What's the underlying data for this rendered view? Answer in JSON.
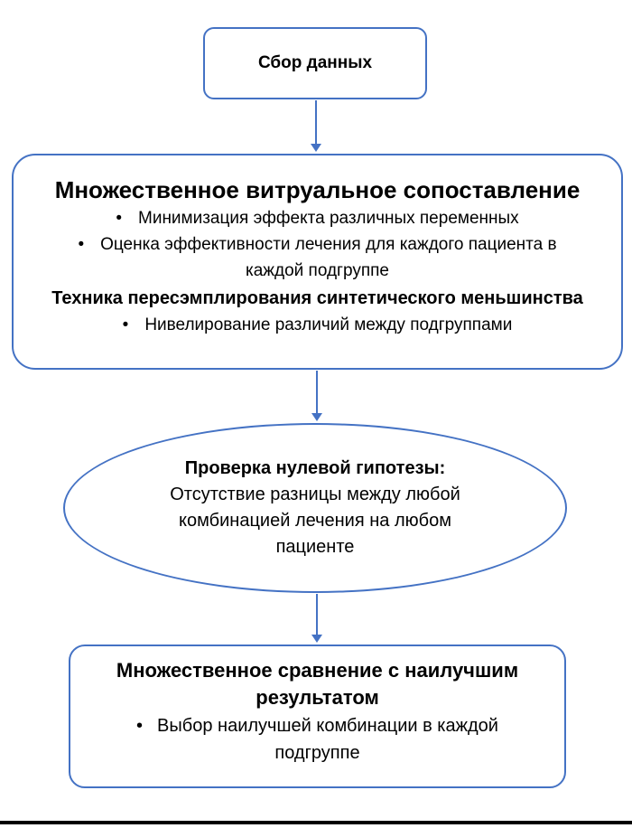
{
  "bullet_glyph": "•",
  "colors": {
    "outline": "#4472C4",
    "text": "#000000",
    "footer_bar": "#000000"
  },
  "flowchart": {
    "step1": {
      "label": "Сбор данных"
    },
    "step2": {
      "title": "Множественное витруальное сопоставление",
      "bullet1": "Минимизация эффекта различных переменных",
      "bullet2": "Оценка эффективности лечения для каждого пациента в каждой подгруппе",
      "subtitle": "Техника пересэмплирования синтетического меньшинства",
      "bullet3": "Нивелирование различий между подгруппами"
    },
    "step3": {
      "title": "Проверка нулевой гипотезы:",
      "body": "Отсутствие разницы между любой комбинацией лечения на любом пациенте"
    },
    "step4": {
      "title": "Множественное сравнение с наилучшим результатом",
      "bullet1": "Выбор наилучшей комбинации в каждой подгруппе"
    }
  }
}
